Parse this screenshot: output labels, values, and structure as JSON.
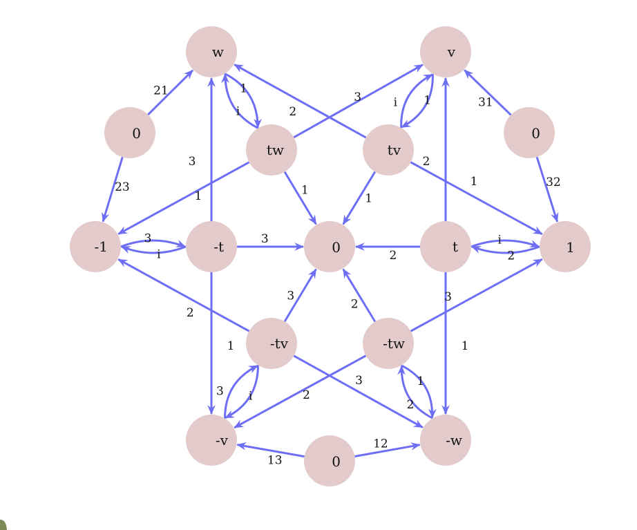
{
  "colors": {
    "node_fill": "#e3cacb",
    "edge": "#6e6ef5",
    "text": "#111111"
  },
  "nodes": [
    {
      "id": "w",
      "label": "w"
    },
    {
      "id": "v",
      "label": "v"
    },
    {
      "id": "z_tl",
      "label": "0"
    },
    {
      "id": "z_tr",
      "label": "0"
    },
    {
      "id": "tw",
      "label": "tw"
    },
    {
      "id": "tv",
      "label": "tv"
    },
    {
      "id": "m1",
      "label": "-1"
    },
    {
      "id": "mt",
      "label": "-t"
    },
    {
      "id": "z_c",
      "label": "0"
    },
    {
      "id": "t",
      "label": "t"
    },
    {
      "id": "p1",
      "label": "1"
    },
    {
      "id": "mtv",
      "label": "-tv"
    },
    {
      "id": "mtw",
      "label": "-tw"
    },
    {
      "id": "mv",
      "label": "-v"
    },
    {
      "id": "z_b",
      "label": "0"
    },
    {
      "id": "mw",
      "label": "-w"
    }
  ],
  "edges": [
    {
      "from": "z_tl",
      "to": "w",
      "label": "21"
    },
    {
      "from": "z_tl",
      "to": "m1",
      "label": "23"
    },
    {
      "from": "z_tr",
      "to": "v",
      "label": "31"
    },
    {
      "from": "z_tr",
      "to": "p1",
      "label": "32"
    },
    {
      "from": "w",
      "to": "tw",
      "label": "1"
    },
    {
      "from": "tw",
      "to": "w",
      "label": "i"
    },
    {
      "from": "v",
      "to": "tv",
      "label": "1"
    },
    {
      "from": "tv",
      "to": "v",
      "label": "i"
    },
    {
      "from": "tv",
      "to": "w",
      "label": "2"
    },
    {
      "from": "tw",
      "to": "v",
      "label": "3"
    },
    {
      "from": "mt",
      "to": "w",
      "label": "3"
    },
    {
      "from": "t",
      "to": "v",
      "label": "2"
    },
    {
      "from": "tw",
      "to": "m1",
      "label": "1"
    },
    {
      "from": "tv",
      "to": "p1",
      "label": "1"
    },
    {
      "from": "tw",
      "to": "z_c",
      "label": "1"
    },
    {
      "from": "tv",
      "to": "z_c",
      "label": "1"
    },
    {
      "from": "mt",
      "to": "m1",
      "label": "i"
    },
    {
      "from": "m1",
      "to": "mt",
      "label": "3"
    },
    {
      "from": "p1",
      "to": "t",
      "label": "2"
    },
    {
      "from": "t",
      "to": "p1",
      "label": "i"
    },
    {
      "from": "mt",
      "to": "z_c",
      "label": "3"
    },
    {
      "from": "t",
      "to": "z_c",
      "label": "2"
    },
    {
      "from": "mtv",
      "to": "m1",
      "label": "2"
    },
    {
      "from": "mtw",
      "to": "p1",
      "label": "3"
    },
    {
      "from": "mtv",
      "to": "z_c",
      "label": "3"
    },
    {
      "from": "mtw",
      "to": "z_c",
      "label": "2"
    },
    {
      "from": "mt",
      "to": "mv",
      "label": "1"
    },
    {
      "from": "t",
      "to": "mw",
      "label": "1"
    },
    {
      "from": "mtv",
      "to": "mv",
      "label": "i"
    },
    {
      "from": "mv",
      "to": "mtv",
      "label": "3"
    },
    {
      "from": "mw",
      "to": "mtw",
      "label": "2"
    },
    {
      "from": "mtw",
      "to": "mw",
      "label": "1"
    },
    {
      "from": "mtw",
      "to": "mv",
      "label": "2"
    },
    {
      "from": "mtv",
      "to": "mw",
      "label": "3"
    },
    {
      "from": "z_b",
      "to": "mv",
      "label": "13"
    },
    {
      "from": "z_b",
      "to": "mw",
      "label": "12"
    }
  ]
}
